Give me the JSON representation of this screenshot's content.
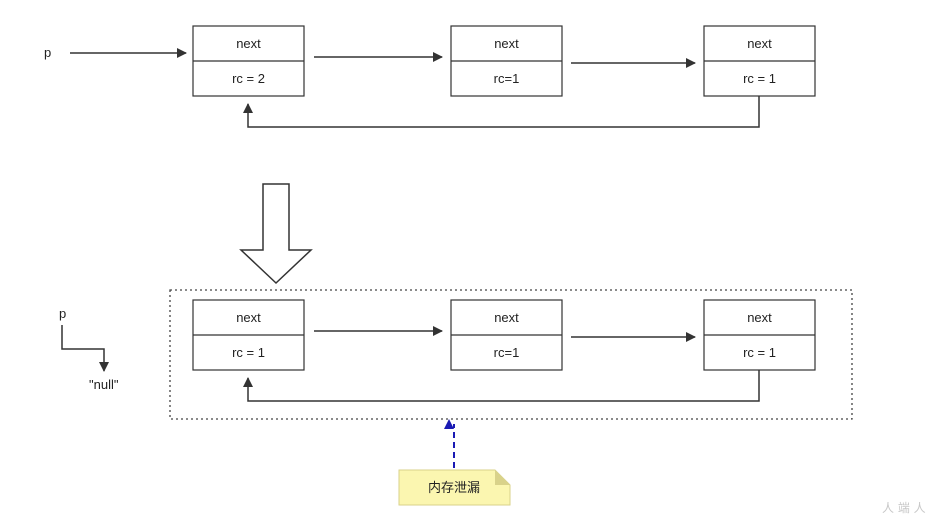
{
  "before": {
    "pointer_label": "p",
    "nodes": [
      {
        "top": "next",
        "bottom": "rc = 2"
      },
      {
        "top": "next",
        "bottom": "rc=1"
      },
      {
        "top": "next",
        "bottom": "rc = 1"
      }
    ]
  },
  "after": {
    "pointer_label": "p",
    "null_label": "\"null\"",
    "nodes": [
      {
        "top": "next",
        "bottom": "rc = 1"
      },
      {
        "top": "next",
        "bottom": "rc=1"
      },
      {
        "top": "next",
        "bottom": "rc = 1"
      }
    ]
  },
  "note": {
    "text": "内存泄漏"
  },
  "watermark": {
    "text": "人 端 人"
  },
  "colors": {
    "stroke": "#333333",
    "leak_arrow": "#1a1ab4",
    "note_fill": "#fbf6b0",
    "note_fold": "#d9d28a"
  }
}
